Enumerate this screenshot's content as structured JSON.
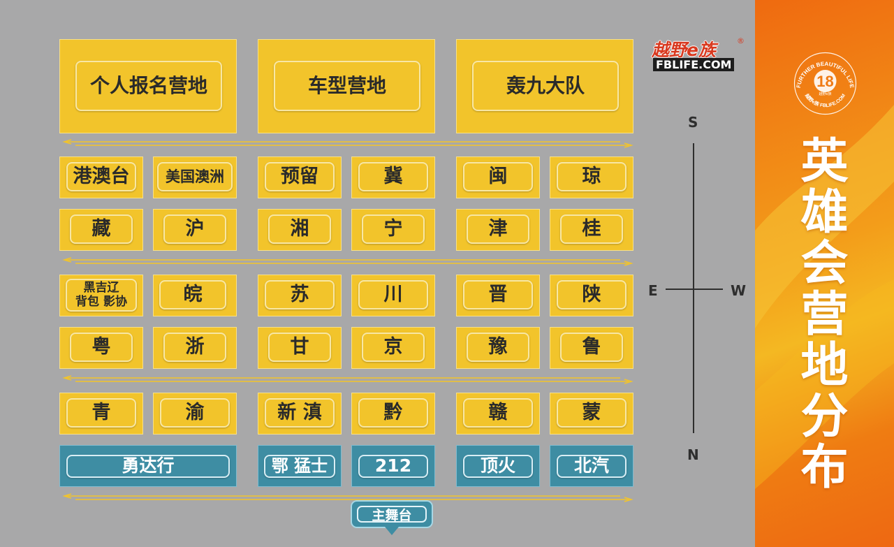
{
  "logo": {
    "cn": "越野e族",
    "reg": "®",
    "en": "FBLIFE.COM"
  },
  "badge": {
    "number": "18",
    "arc_top": "FURTHER BEAUTIFUL LIFE",
    "arc_bottom": "越野e族 FBLIFE.COM",
    "inner_text": "越野e族"
  },
  "side": {
    "title_chars": [
      "英",
      "雄",
      "会",
      "营",
      "地",
      "分",
      "布"
    ]
  },
  "compass": {
    "top": "S",
    "bottom": "N",
    "left": "E",
    "right": "W"
  },
  "colors": {
    "yellow": "#f2c42b",
    "teal": "#3e8da3",
    "orange": "#ef6a10",
    "background": "#a8a8a9"
  },
  "top_blocks": [
    "个人报名营地",
    "车型营地",
    "轰九大队"
  ],
  "rows": [
    [
      "港澳台",
      "美国澳洲",
      "预留",
      "冀",
      "闽",
      "琼"
    ],
    [
      "藏",
      "沪",
      "湘",
      "宁",
      "津",
      "桂"
    ],
    [
      [
        "黑吉辽",
        "背包 影协"
      ],
      "皖",
      "苏",
      "川",
      "晋",
      "陕"
    ],
    [
      "粤",
      "浙",
      "甘",
      "京",
      "豫",
      "鲁"
    ],
    [
      "青",
      "渝",
      "新 滇",
      "黔",
      "赣",
      "蒙"
    ]
  ],
  "bottom_row": [
    "勇达行",
    "鄂 猛士",
    "212",
    "顶火",
    "北汽"
  ],
  "stage": "主舞台"
}
